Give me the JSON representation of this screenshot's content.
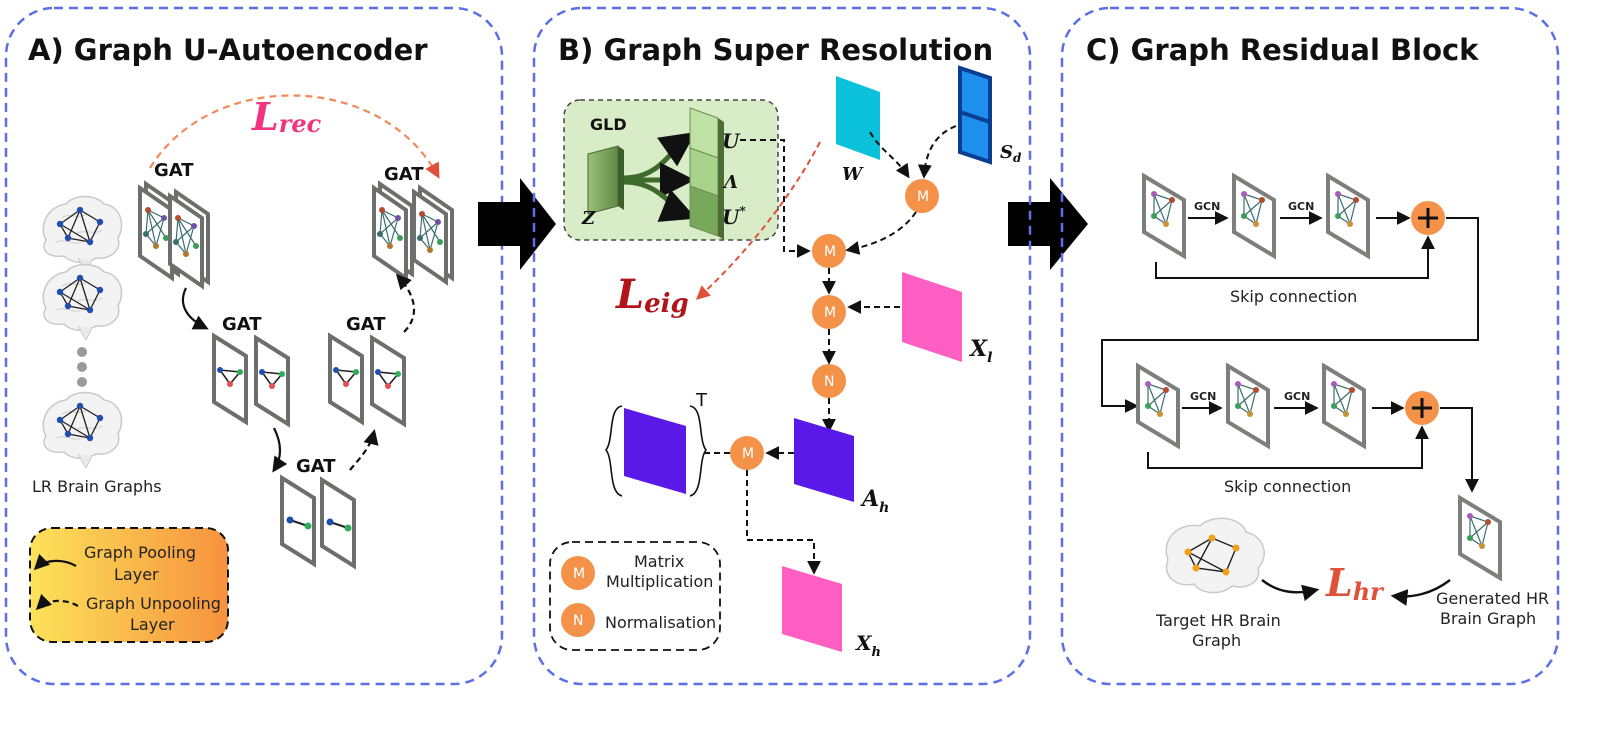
{
  "panels": {
    "a": {
      "title": "A) Graph U-Autoencoder",
      "input_label": "LR Brain Graphs",
      "gat_label": "GAT",
      "loss_main": "L",
      "loss_sub": "rec",
      "legend": {
        "pooling": [
          "Graph Pooling",
          "Layer"
        ],
        "unpooling": [
          "Graph Unpooling",
          "Layer"
        ]
      }
    },
    "b": {
      "title": "B) Graph Super Resolution",
      "gld": "GLD",
      "z": "Z",
      "u": "U",
      "lambda": "Λ",
      "ustar": "U",
      "ustar_sup": "*",
      "w": "W",
      "sd": "S",
      "sd_sub": "d",
      "xl": "X",
      "xl_sub": "l",
      "ah": "A",
      "ah_sub": "h",
      "xh": "X",
      "xh_sub": "h",
      "transpose": "T",
      "loss_main": "L",
      "loss_sub": "eig",
      "m": "M",
      "n": "N",
      "legend": {
        "mult": [
          "Matrix",
          "Multiplication"
        ],
        "norm": "Normalisation"
      }
    },
    "c": {
      "title": "C) Graph Residual Block",
      "gcn": "GCN",
      "skip": "Skip connection",
      "loss_main": "L",
      "loss_sub": "hr",
      "target": [
        "Target HR Brain",
        "Graph"
      ],
      "generated": [
        "Generated HR",
        "Brain Graph"
      ]
    }
  },
  "colors": {
    "panel_border": "#5b6fe6",
    "orange": "#f5924a",
    "loss_red": "#e0513a",
    "loss_pink": "#f0347e",
    "loss_darkred": "#b3141b",
    "cyan": "#0bc1dc",
    "blue": "#1f8fef",
    "pink": "#ff5fc3",
    "purple": "#5b19e8",
    "gld_bg": "#d8ecc8",
    "gld_green": "#4e7a32"
  },
  "icons": [
    "brain-icon",
    "graph-layer-icon",
    "arrow-right-icon",
    "plus-circle-icon"
  ]
}
